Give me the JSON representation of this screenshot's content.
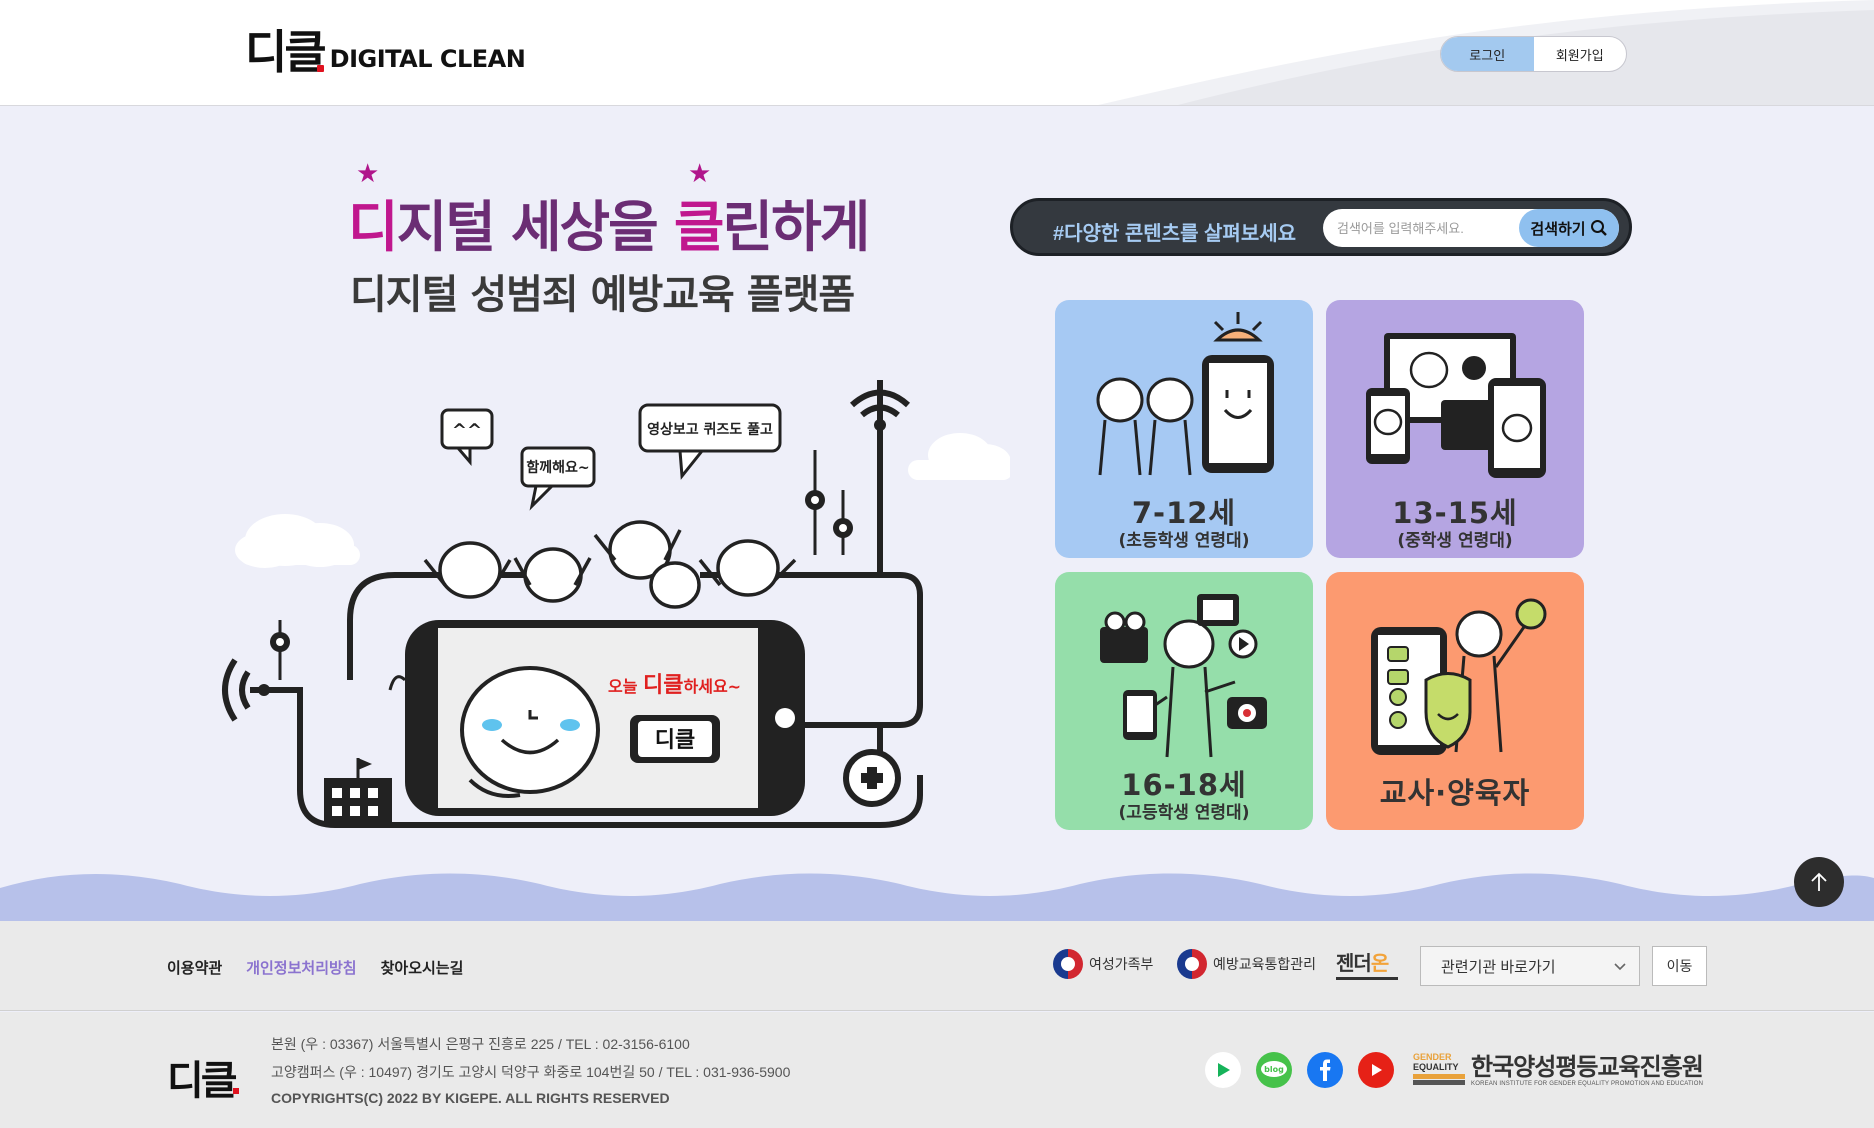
{
  "header": {
    "logo_mark": "디클",
    "logo_text": "DIGITAL CLEAN",
    "login": "로그인",
    "signup": "회원가입"
  },
  "hero": {
    "title_part1": "디",
    "title_part2": "지털 세상을 ",
    "title_part3": "클",
    "title_part4": "린하게",
    "subtitle": "디지털 성범죄 예방교육 플랫폼",
    "bubble1": "^^",
    "bubble2": "함께해요~",
    "bubble3": "영상보고 퀴즈도 풀고",
    "phone_text_pre": "오늘 ",
    "phone_text_mid": "디클",
    "phone_text_post": "하세요~",
    "phone_badge": "디클"
  },
  "search": {
    "tag": "#다양한 콘텐츠를 살펴보세요",
    "placeholder": "검색어를 입력해주세요.",
    "button": "검색하기"
  },
  "cards": [
    {
      "title": "7-12세",
      "sub": "(초등학생 연령대)",
      "color": "#a6c9f3"
    },
    {
      "title": "13-15세",
      "sub": "(중학생 연령대)",
      "color": "#b5a5e2"
    },
    {
      "title": "16-18세",
      "sub": "(고등학생 연령대)",
      "color": "#95deaa"
    },
    {
      "title": "교사·양육자",
      "sub": "",
      "color": "#fc9a70"
    }
  ],
  "footer_nav": {
    "terms": "이용약관",
    "privacy": "개인정보처리방침",
    "directions": "찾아오시는길",
    "org1": "여성가족부",
    "org2": "예방교육통합관리",
    "gender_on_a": "젠더",
    "gender_on_b": "온",
    "select_value": "관련기관 바로가기",
    "go": "이동"
  },
  "footer_info": {
    "logo": "디클",
    "addr1": "본원 (우 : 03367) 서울특별시 은평구 진흥로 225 / TEL : 02-3156-6100",
    "addr2": "고양캠퍼스 (우 : 10497) 경기도 고양시 덕양구 화중로 104번길 50 / TEL : 031-936-5900",
    "copyright": "COPYRIGHTS(C) 2022 BY KIGEPE. ALL RIGHTS RESERVED",
    "sns_blog": "blog",
    "kg_mark_l1": "GENDER",
    "kg_mark_l2": "EQUALITY",
    "kg_name": "한국양성평등교육진흥원",
    "kg_en": "KOREAN INSTITUTE FOR GENDER EQUALITY PROMOTION AND EDUCATION"
  },
  "colors": {
    "accent_magenta": "#c0178e",
    "search_bg": "#34393f",
    "login_blue": "#a3c9ef",
    "wave": "#b7c1ea"
  }
}
